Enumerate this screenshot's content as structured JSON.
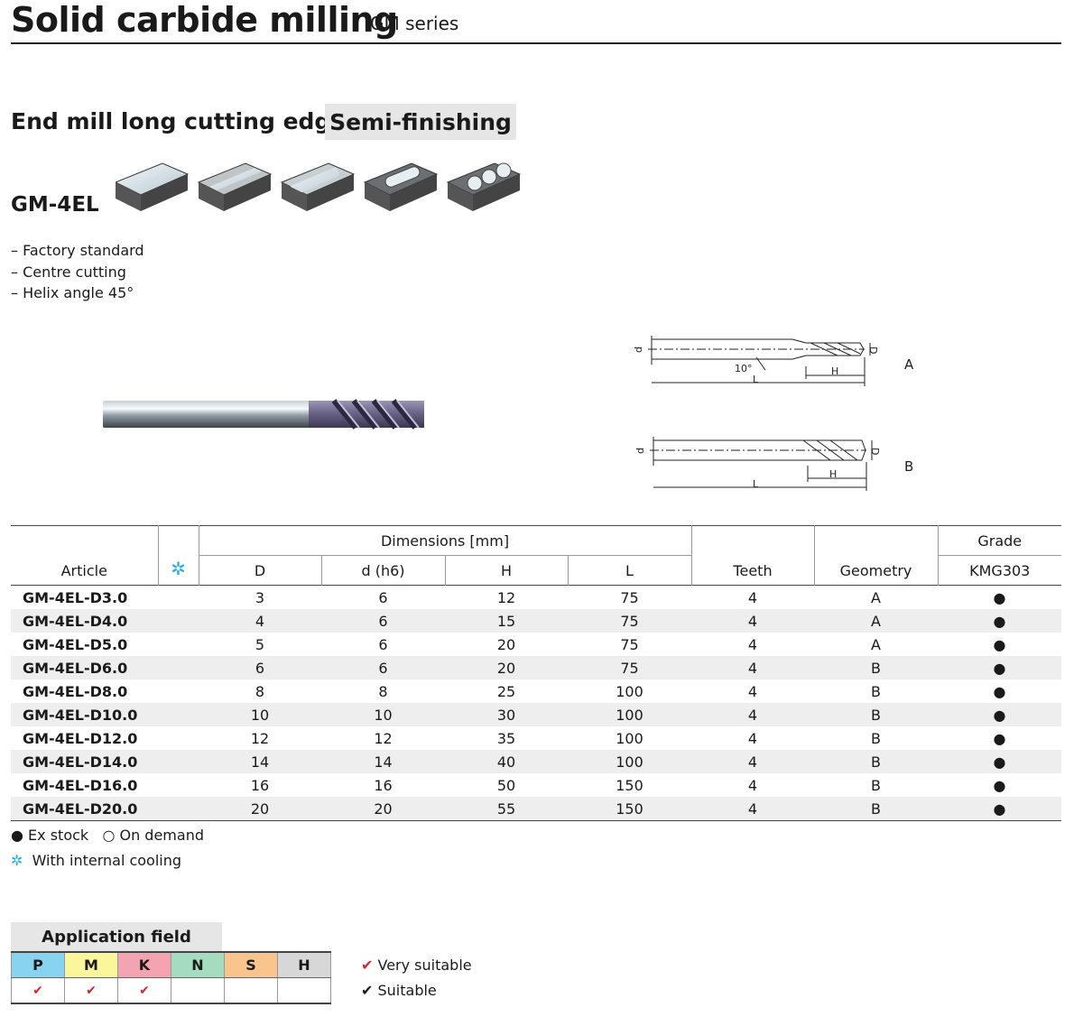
{
  "header": {
    "title": "Solid carbide milling",
    "series": "GM series"
  },
  "product": {
    "subtitle": "End mill long cutting edge",
    "tag": "Semi-finishing",
    "model": "GM-4EL",
    "features": [
      "– Factory standard",
      "– Centre cutting",
      "– Helix angle 45°"
    ]
  },
  "diagram": {
    "d": "d",
    "D": "D",
    "H": "H",
    "L": "L",
    "angle": "10°",
    "type_a": "A",
    "type_b": "B"
  },
  "table": {
    "col_article": "Article",
    "cooling_symbol": "✲",
    "group_dimensions": "Dimensions [mm]",
    "col_D": "D",
    "col_dh6": "d (h6)",
    "col_H": "H",
    "col_L": "L",
    "col_teeth": "Teeth",
    "col_geometry": "Geometry",
    "group_grade": "Grade",
    "col_grade": "KMG303",
    "rows": [
      {
        "article": "GM-4EL-D3.0",
        "D": "3",
        "d": "6",
        "H": "12",
        "L": "75",
        "teeth": "4",
        "geometry": "A",
        "grade": "●"
      },
      {
        "article": "GM-4EL-D4.0",
        "D": "4",
        "d": "6",
        "H": "15",
        "L": "75",
        "teeth": "4",
        "geometry": "A",
        "grade": "●"
      },
      {
        "article": "GM-4EL-D5.0",
        "D": "5",
        "d": "6",
        "H": "20",
        "L": "75",
        "teeth": "4",
        "geometry": "A",
        "grade": "●"
      },
      {
        "article": "GM-4EL-D6.0",
        "D": "6",
        "d": "6",
        "H": "20",
        "L": "75",
        "teeth": "4",
        "geometry": "B",
        "grade": "●"
      },
      {
        "article": "GM-4EL-D8.0",
        "D": "8",
        "d": "8",
        "H": "25",
        "L": "100",
        "teeth": "4",
        "geometry": "B",
        "grade": "●"
      },
      {
        "article": "GM-4EL-D10.0",
        "D": "10",
        "d": "10",
        "H": "30",
        "L": "100",
        "teeth": "4",
        "geometry": "B",
        "grade": "●"
      },
      {
        "article": "GM-4EL-D12.0",
        "D": "12",
        "d": "12",
        "H": "35",
        "L": "100",
        "teeth": "4",
        "geometry": "B",
        "grade": "●"
      },
      {
        "article": "GM-4EL-D14.0",
        "D": "14",
        "d": "14",
        "H": "40",
        "L": "100",
        "teeth": "4",
        "geometry": "B",
        "grade": "●"
      },
      {
        "article": "GM-4EL-D16.0",
        "D": "16",
        "d": "16",
        "H": "50",
        "L": "150",
        "teeth": "4",
        "geometry": "B",
        "grade": "●"
      },
      {
        "article": "GM-4EL-D20.0",
        "D": "20",
        "d": "20",
        "H": "55",
        "L": "150",
        "teeth": "4",
        "geometry": "B",
        "grade": "●"
      }
    ]
  },
  "legend": {
    "ex_stock": "● Ex stock",
    "on_demand": "○ On demand",
    "cooling_symbol": "✲",
    "cooling": "With internal cooling"
  },
  "application": {
    "heading": "Application field",
    "materials": [
      {
        "code": "P",
        "color": "#87d3f0",
        "mark": "✔"
      },
      {
        "code": "M",
        "color": "#fbf59b",
        "mark": "✔"
      },
      {
        "code": "K",
        "color": "#f4a3b1",
        "mark": "✔"
      },
      {
        "code": "N",
        "color": "#a5dcbf",
        "mark": ""
      },
      {
        "code": "S",
        "color": "#f9c48e",
        "mark": ""
      },
      {
        "code": "H",
        "color": "#d7d7d7",
        "mark": ""
      }
    ],
    "very_suitable": "Very suitable",
    "suitable": "Suitable",
    "mark": "✔"
  }
}
